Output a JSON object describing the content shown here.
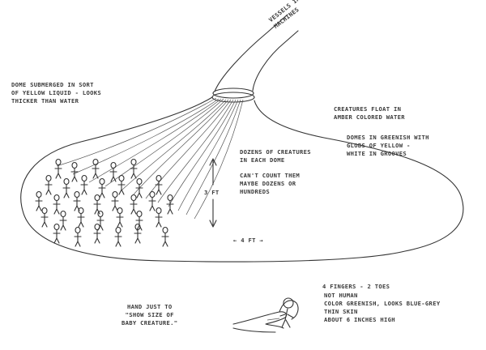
{
  "labels": {
    "vessels": "VESSELS INTO\nMACHINES",
    "dome": "DOME SUBMERGED IN SORT\nOF YELLOW LIQUID - LOOKS\nTHICKER THAN WATER",
    "float": "CREATURES FLOAT IN\nAMBER COLORED WATER",
    "domes": "DOMES IN GREENISH WITH\nGLOBS OF YELLOW -\nWHITE IN GROOVES",
    "dozens": "DOZENS OF CREATURES\nIN EACH DOME",
    "cant_count": "CAN'T COUNT THEM\nMAYBE DOZENS OR\nHUNDREDS",
    "height": "3 Ft",
    "width": "← 4 Ft →",
    "fingers": "4 FINGERS - 2 TOES",
    "not_human": "NOT HUMAN\nCOLOR GREENISH, LOOKS BLUE-GREY\nTHIN SKIN\nABOUT 6 INCHES HIGH",
    "hand": "HAND JUST TO\n\"SHOW SIZE OF\nBABY CREATURE.\""
  }
}
